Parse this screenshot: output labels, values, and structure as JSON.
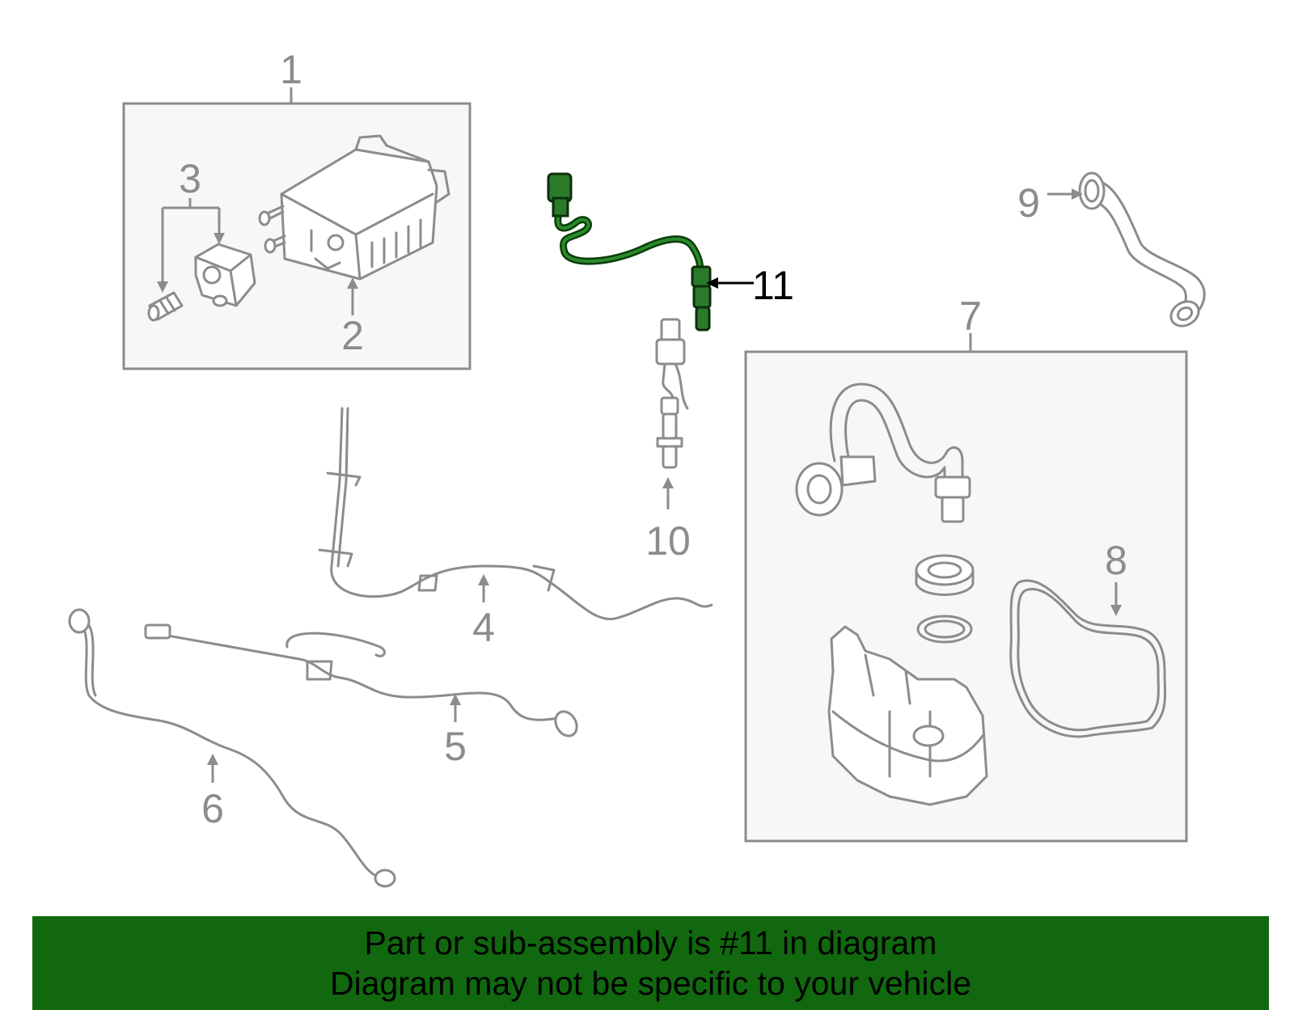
{
  "callouts": {
    "c1": "1",
    "c2": "2",
    "c3": "3",
    "c4": "4",
    "c5": "5",
    "c6": "6",
    "c7": "7",
    "c8": "8",
    "c9": "9",
    "c10": "10",
    "c11": "11"
  },
  "highlighted_callout": "11",
  "colors": {
    "highlight_part": "#2a7a2a",
    "footer_background": "#11680f",
    "line_art": "#8c8c8c"
  },
  "footer": {
    "line1": "Part or sub-assembly is #11 in diagram",
    "line2": "Diagram may not be specific to your vehicle"
  }
}
